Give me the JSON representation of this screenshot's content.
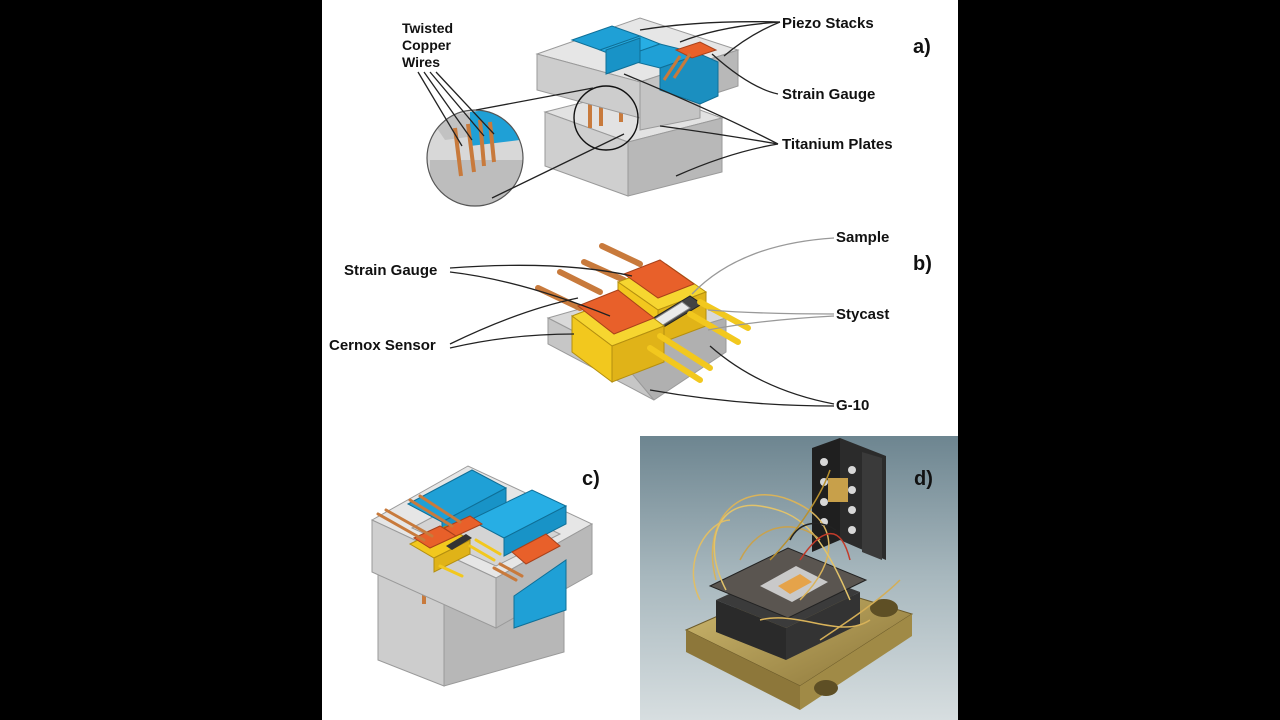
{
  "panels": {
    "a": {
      "tag": "a)",
      "labels": {
        "twisted_wires": [
          "Twisted",
          "Copper",
          "Wires"
        ],
        "piezo": "Piezo Stacks",
        "strain": "Strain Gauge",
        "titanium": "Titanium Plates"
      }
    },
    "b": {
      "tag": "b)",
      "labels": {
        "sample": "Sample",
        "strain": "Strain Gauge",
        "stycast": "Stycast",
        "cernox": "Cernox Sensor",
        "g10": "G-10"
      }
    },
    "c": {
      "tag": "c)"
    },
    "d": {
      "tag": "d)"
    }
  },
  "colors": {
    "background": "#000000",
    "panel": "#ffffff",
    "titanium": "#c9c9c9",
    "piezo": "#1fa0d6",
    "strain_gauge": "#e8602a",
    "g10": "#f2c81e",
    "copper": "#c87a3c",
    "photo_bg": "#7f95a0",
    "brass": "#b59a55"
  }
}
